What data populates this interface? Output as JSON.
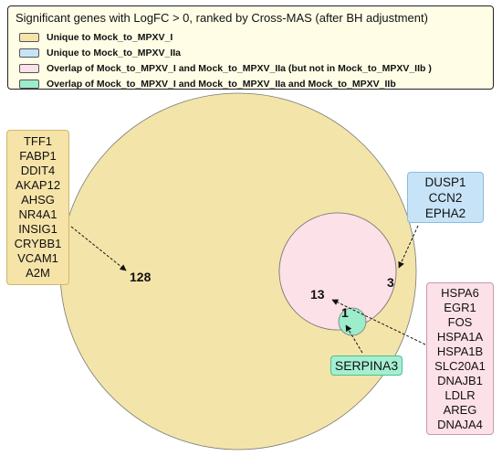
{
  "legend": {
    "title": "Significant genes with LogFC > 0, ranked by Cross-MAS (after BH adjustment)",
    "items": [
      {
        "label": "Unique to Mock_to_MPXV_I",
        "color": "#f3e4a9"
      },
      {
        "label": "Unique to Mock_to_MPXV_IIa",
        "color": "#c7e3f7"
      },
      {
        "label": "Overlap of Mock_to_MPXV_I and Mock_to_MPXV_IIa (but not in Mock_to_MPXV_IIb )",
        "color": "#fde1e8"
      },
      {
        "label": "Overlap of Mock_to_MPXV_I and Mock_to_MPXV_IIa and Mock_to_MPXV_IIb",
        "color": "#9deccc"
      }
    ]
  },
  "venn": {
    "counts": {
      "unique_mpxv_i": "128",
      "unique_mpxv_iia": "3",
      "overlap_i_iia": "13",
      "overlap_all": "1"
    },
    "colors": {
      "mpxv_i": "#f3e4a9",
      "mpxv_iia": "#c7e3f7",
      "overlap_i_iia": "#fde1e8",
      "overlap_all": "#9deccc"
    }
  },
  "gene_lists": {
    "unique_mpxv_i": [
      "TFF1",
      "FABP1",
      "DDIT4",
      "AKAP12",
      "AHSG",
      "NR4A1",
      "INSIG1",
      "CRYBB1",
      "VCAM1",
      "A2M"
    ],
    "unique_mpxv_iia": [
      "DUSP1",
      "CCN2",
      "EPHA2"
    ],
    "overlap_i_iia": [
      "HSPA6",
      "EGR1",
      "FOS",
      "HSPA1A",
      "HSPA1B",
      "SLC20A1",
      "DNAJB1",
      "LDLR",
      "AREG",
      "DNAJA4"
    ],
    "overlap_all": [
      "SERPINA3"
    ]
  }
}
